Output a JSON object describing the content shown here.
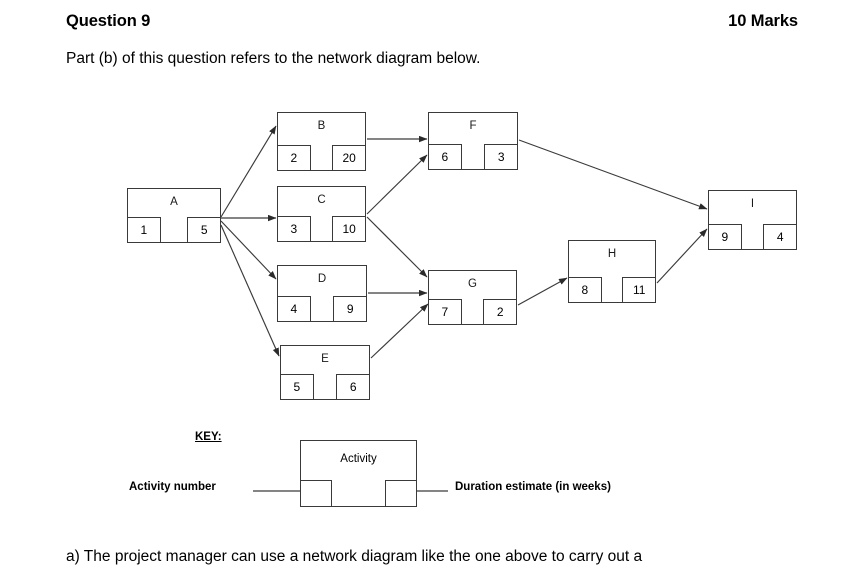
{
  "header": {
    "question_title": "Question 9",
    "marks": "10 Marks"
  },
  "intro_text": "Part (b) of this question refers to the network diagram below.",
  "diagram": {
    "type": "activity-on-node-network",
    "nodes": [
      {
        "id": "A",
        "label": "A",
        "activity_number": "1",
        "duration": "5"
      },
      {
        "id": "B",
        "label": "B",
        "activity_number": "2",
        "duration": "20"
      },
      {
        "id": "C",
        "label": "C",
        "activity_number": "3",
        "duration": "10"
      },
      {
        "id": "D",
        "label": "D",
        "activity_number": "4",
        "duration": "9"
      },
      {
        "id": "E",
        "label": "E",
        "activity_number": "5",
        "duration": "6"
      },
      {
        "id": "F",
        "label": "F",
        "activity_number": "6",
        "duration": "3"
      },
      {
        "id": "G",
        "label": "G",
        "activity_number": "7",
        "duration": "2"
      },
      {
        "id": "H",
        "label": "H",
        "activity_number": "8",
        "duration": "11"
      },
      {
        "id": "I",
        "label": "I",
        "activity_number": "9",
        "duration": "4"
      }
    ],
    "edges": [
      {
        "from": "A",
        "to": "B"
      },
      {
        "from": "A",
        "to": "C"
      },
      {
        "from": "A",
        "to": "D"
      },
      {
        "from": "A",
        "to": "E"
      },
      {
        "from": "B",
        "to": "F"
      },
      {
        "from": "C",
        "to": "F"
      },
      {
        "from": "C",
        "to": "G"
      },
      {
        "from": "D",
        "to": "G"
      },
      {
        "from": "E",
        "to": "G"
      },
      {
        "from": "F",
        "to": "I"
      },
      {
        "from": "G",
        "to": "H"
      },
      {
        "from": "H",
        "to": "I"
      }
    ]
  },
  "key": {
    "title": "KEY:",
    "box_label": "Activity",
    "left_label": "Activity number",
    "right_label": "Duration estimate (in weeks)"
  },
  "footer": {
    "question_a": "a)  The project manager can use a network diagram like the one above to carry out a"
  },
  "colors": {
    "line": "#3a3a3a",
    "text": "#000000",
    "background": "#ffffff"
  }
}
